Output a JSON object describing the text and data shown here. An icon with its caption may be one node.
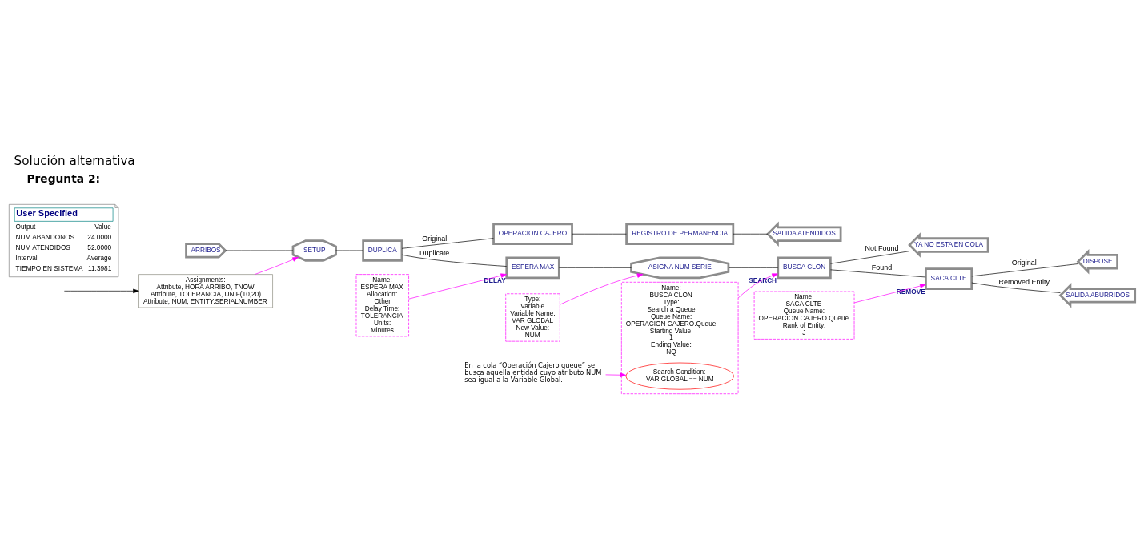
{
  "diagram": {
    "title": "Solución alternativa",
    "nodes": [
      {
        "text": [
          "ARRIBOS"
        ]
      },
      {
        "text": [
          "SETUP"
        ]
      },
      {
        "text": [
          "DUPLICA"
        ]
      },
      {
        "text": [
          "OPERACION CAJERO"
        ]
      },
      {
        "text": [
          "REGISTRO DE PERMANENCIA"
        ]
      },
      {
        "text": [
          "SALIDA ATENDIDOS"
        ]
      },
      {
        "text": [
          "ESPERA MAX"
        ],
        "beside": [
          "DELAY"
        ]
      },
      {
        "text": [
          "ASIGNA NUM SERIE"
        ]
      },
      {
        "text": [
          "BUSCA CLON"
        ],
        "beside": [
          "SEARCH"
        ]
      },
      {
        "text": [
          "SACA CLTE"
        ],
        "beside": [
          "REMOVE"
        ]
      },
      {
        "text": [
          "DISPOSE"
        ]
      },
      {
        "text": [
          "SALIDA ABURRIDOS"
        ]
      },
      {
        "text": [
          "YA NO ESTA EN COLA"
        ]
      },
      {
        "text": [
          "Assignments:",
          "Attribute, HORA ARRIBO, TNOW",
          "Attribute, TOLERANCIA, UNIF(10,20)",
          "Attribute, NUM, ENTITY.SERIALNUMBER"
        ]
      },
      {
        "text": [
          "Name:",
          "SACA CLTE",
          "Queue Name:",
          "OPERACION CAJERO.Queue",
          "Rank of Entity:",
          "J"
        ]
      },
      {
        "text": [
          "Name:",
          "ESPERA MAX",
          "Allocation:",
          "Other",
          "Delay Time:",
          "TOLERANCIA",
          "Units:",
          "Minutes"
        ]
      },
      {
        "text": [
          "Type:",
          "Variable",
          "Variable Name:",
          "VAR GLOBAL",
          "New Value:",
          "NUM"
        ]
      },
      {
        "text": [
          "Name:",
          "BUSCA CLON",
          "Type:",
          "Search a Queue",
          "Queue Name:",
          "OPERACION CAJERO.Queue",
          "Starting Value:",
          "1",
          "Ending Value:",
          "NQ"
        ]
      },
      {
        "text": [
          "Search Condition:",
          "VAR GLOBAL == NUM"
        ],
        "in": 17
      },
      {
        "text": [
          "En la cola “Operación Cajero.queue” se busca aquella entidad cuyo atributo NUM sea igual a la Variable Global."
        ]
      },
      {
        "text": [
          "User Specified",
          "Output",
          "Value",
          "NUM ABANDONOS",
          "24.0000",
          "NUM ATENDIDOS",
          "52.0000",
          "Interval",
          "Average",
          "TIEMPO EN SISTEMA",
          "11.3981"
        ]
      }
    ],
    "edges": [
      {
        "from": 0,
        "to": 1,
        "arrow": "none"
      },
      {
        "from": 1,
        "to": 2,
        "arrow": "none"
      },
      {
        "from": 2,
        "to": 3,
        "arrow": "none",
        "label": "Original"
      },
      {
        "from": 2,
        "to": 6,
        "arrow": "none",
        "label": "Duplicate"
      },
      {
        "from": 3,
        "to": 4,
        "arrow": "none"
      },
      {
        "from": 4,
        "to": 5,
        "arrow": "none"
      },
      {
        "from": 6,
        "to": 7,
        "arrow": "none"
      },
      {
        "from": 7,
        "to": 8,
        "arrow": "none"
      },
      {
        "from": 8,
        "to": 9,
        "arrow": "none",
        "label": "Found"
      },
      {
        "from": 8,
        "to": 12,
        "arrow": "none",
        "label": "Not Found"
      },
      {
        "from": 9,
        "to": 10,
        "arrow": "none",
        "label": "Original"
      },
      {
        "from": 9,
        "to": 11,
        "arrow": "none",
        "label": "Removed Entity"
      },
      {
        "from": 13,
        "to": 1,
        "arrow": "to",
        "color": "#ff00ff"
      },
      {
        "from": 14,
        "to": 9,
        "arrow": "to",
        "color": "#ff00ff"
      },
      {
        "from": 15,
        "to": 6,
        "arrow": "to",
        "color": "#ff00ff"
      },
      {
        "from": 16,
        "to": 7,
        "arrow": "to",
        "color": "#ff00ff"
      },
      {
        "from": 17,
        "to": 8,
        "arrow": "to",
        "color": "#ff00ff"
      },
      {
        "from": 19,
        "to": 18,
        "arrow": "to",
        "color": "#ff00ff"
      },
      {
        "from": null,
        "to": 13,
        "arrow": "to"
      }
    ],
    "labels": [
      "Pregunta 2:"
    ]
  }
}
